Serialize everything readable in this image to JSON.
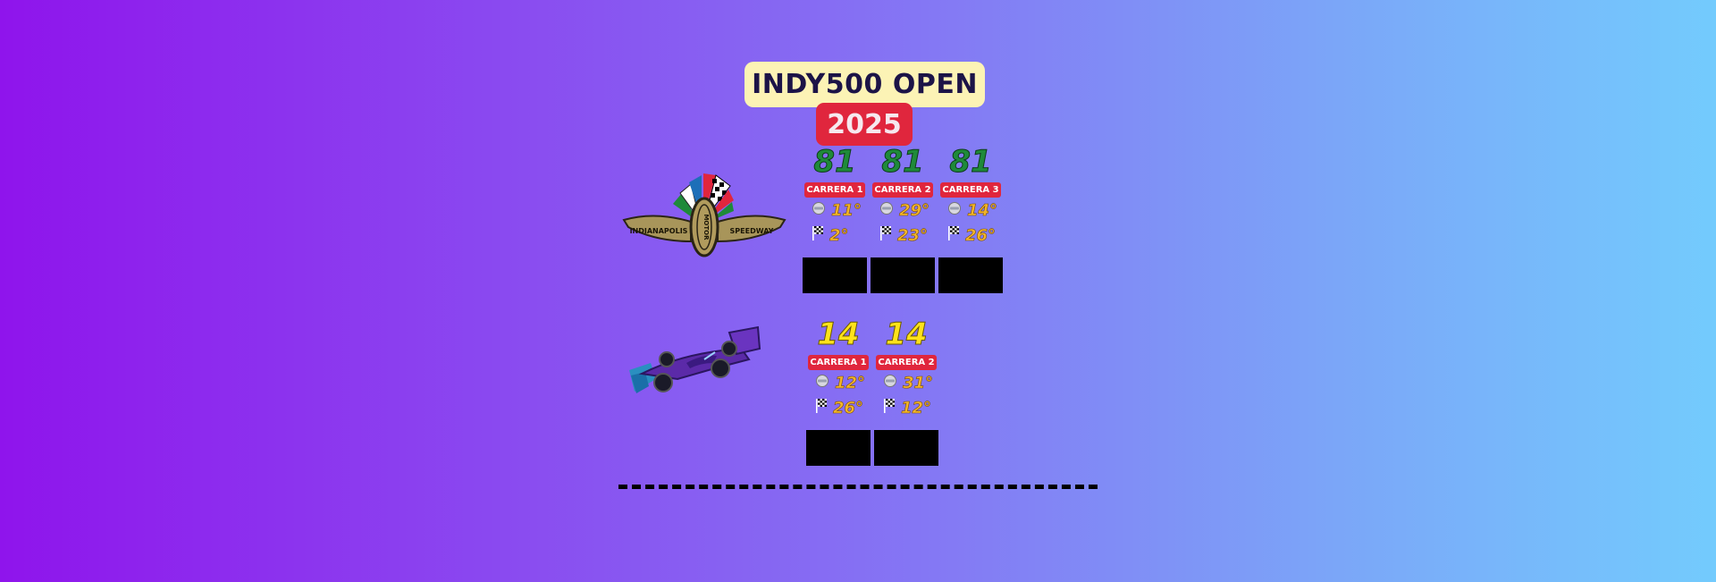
{
  "header": {
    "title": "INDY500 OPEN",
    "year": "2025"
  },
  "groups": [
    {
      "name": "track",
      "cards": [
        {
          "number": "81",
          "race": "CARRERA 1",
          "qualifying": "11°",
          "finish": "2°"
        },
        {
          "number": "81",
          "race": "CARRERA 2",
          "qualifying": "29°",
          "finish": "23°"
        },
        {
          "number": "81",
          "race": "CARRERA 3",
          "qualifying": "14°",
          "finish": "26°"
        }
      ]
    },
    {
      "name": "car",
      "cards": [
        {
          "number": "14",
          "race": "CARRERA 1",
          "qualifying": "12°",
          "finish": "26°"
        },
        {
          "number": "14",
          "race": "CARRERA 2",
          "qualifying": "31°",
          "finish": "12°"
        }
      ]
    }
  ],
  "colors": {
    "badge": "#e0263d",
    "title_bg": "#fcf3b5",
    "green_number": "#1f8a3a",
    "yellow_number": "#ffe21a",
    "position": "#f2b52a"
  },
  "icons": {
    "logo": "indianapolis-motor-speedway-logo",
    "car": "indycar-icon",
    "qualifying": "helmet-icon",
    "finish": "checkered-flag-icon"
  },
  "logo_text": {
    "left": "INDIANAPOLIS",
    "center": "MOTOR",
    "right": "SPEEDWAY"
  }
}
